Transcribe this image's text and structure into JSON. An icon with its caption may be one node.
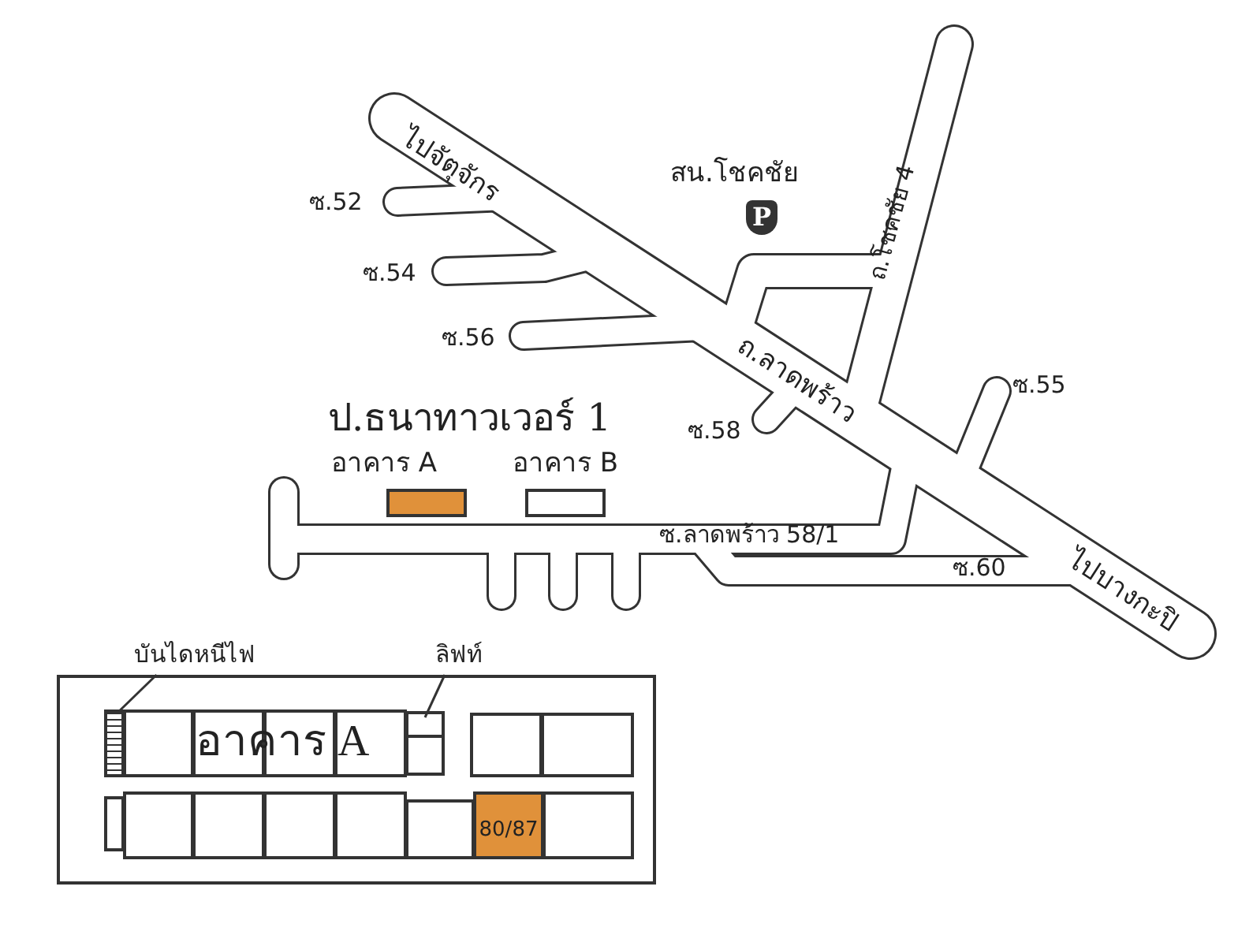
{
  "diagram": {
    "title": "ป.ธนาทาวเวอร์ 1",
    "nodes": [
      {
        "text": [
          "อาคาร A"
        ]
      },
      {
        "text": [
          "อาคาร B"
        ]
      },
      {
        "text": [
          "บันไดหนีไฟ"
        ]
      },
      {
        "text": [
          "ลิฟท์"
        ]
      },
      {
        "text": [],
        "shape": "box"
      },
      {
        "text": [],
        "shape": "stairs",
        "in": 4
      },
      {
        "text": [],
        "shape": "box",
        "in": 4
      },
      {
        "text": [],
        "shape": "box",
        "in": 4
      },
      {
        "text": [],
        "shape": "box",
        "in": 4
      },
      {
        "text": [],
        "shape": "box",
        "in": 4
      },
      {
        "text": [],
        "shape": "box",
        "in": 4
      },
      {
        "text": [],
        "shape": "box",
        "in": 4
      },
      {
        "text": [],
        "shape": "box",
        "in": 4
      },
      {
        "text": [],
        "shape": "box",
        "in": 4
      },
      {
        "text": [],
        "shape": "box",
        "in": 4
      },
      {
        "text": [],
        "shape": "box",
        "in": 4
      },
      {
        "text": [],
        "shape": "box",
        "in": 4
      },
      {
        "text": [],
        "shape": "box",
        "in": 4
      },
      {
        "text": [],
        "shape": "box",
        "in": 4
      },
      {
        "text": [],
        "shape": "box",
        "in": 4
      },
      {
        "text": [
          "80/87"
        ],
        "in": 4
      },
      {
        "text": [],
        "shape": "box",
        "in": 4
      }
    ],
    "edges": [
      {
        "from": 2,
        "to": 5,
        "arrow": "none"
      },
      {
        "from": 3,
        "to": 10,
        "arrow": "none"
      }
    ],
    "labels": [
      "ไปจัตุจักร",
      "ซ.52",
      "สน.โชคชัย",
      "P",
      "ถ.โชคชัย 4",
      "ซ.54",
      "ซ.56",
      "ถ.ลาดพร้าว",
      "ซ.55",
      "ซ.58",
      "ซ.ลาดพร้าว 58/1",
      "ซ.60",
      "ไปบางกะปิ",
      "อาคาร A"
    ]
  }
}
